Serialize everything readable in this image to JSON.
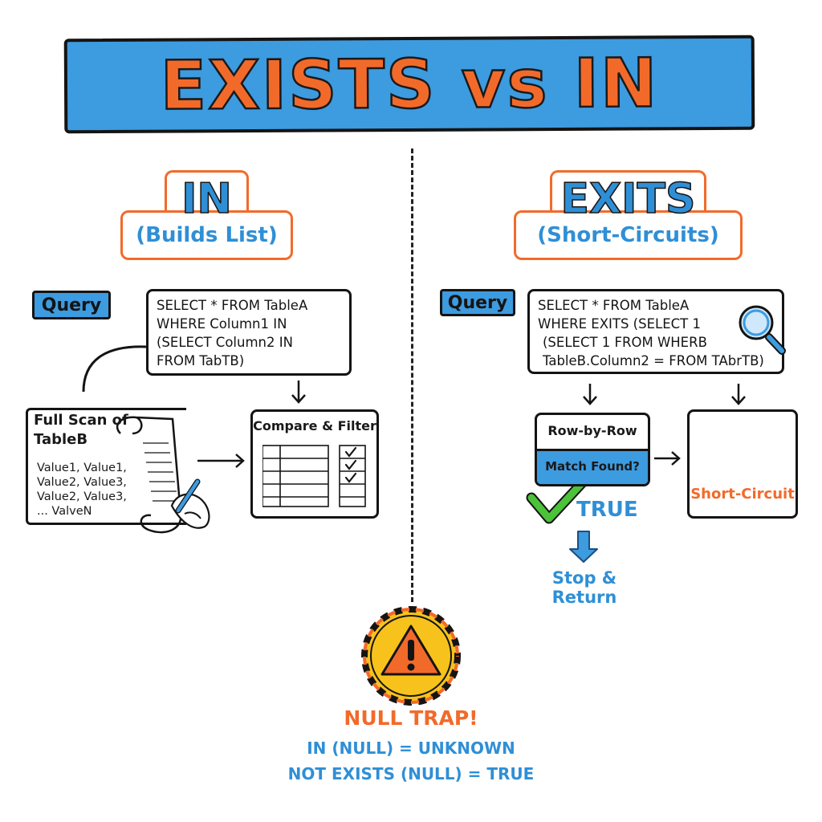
{
  "title": "EXISTS vs IN",
  "left": {
    "heading": "IN",
    "subheading": "(Builds List)",
    "query_tag": "Query",
    "code": [
      "SELECT * FROM TableA",
      "WHERE Column1 IN",
      "(SELECT Column2 IN",
      "FROM TabTB)"
    ],
    "scan_title": [
      "Full Scan of",
      "TableB"
    ],
    "scan_values": [
      "Value1, Value1,",
      "Value2, Value3,",
      "Value2, Value3,",
      "... ValveN"
    ],
    "compare_label": "Compare & Filter"
  },
  "right": {
    "heading": "EXITS",
    "subheading": "(Short-Circuits)",
    "query_tag": "Query",
    "code": [
      "SELECT * FROM TableA",
      "WHERE EXITS (SELECT 1",
      "(SELECT 1 FROM WHERB",
      "TableB.Column2 = FROM TAbrTB)"
    ],
    "row_label": "Row-by-Row",
    "match_label": "Match Found?",
    "true_label": "TRUE",
    "stop_label": "Stop & Return",
    "short_circuit_label": "Short-Circuit"
  },
  "null_trap": {
    "title": "NULL TRAP!",
    "lines": [
      "IN (NULL) = UNKNOWN",
      "NOT EXISTS (NULL) = TRUE"
    ]
  },
  "icons": {
    "search": "magnifier-icon",
    "bolt": "lightning-icon",
    "warning": "warning-icon",
    "check": "checkmark-icon",
    "pen": "pen-hand-icon"
  },
  "colors": {
    "blue": "#3d9be0",
    "orange": "#f26a2a",
    "green": "#4cc23a",
    "yellow": "#f7c21c"
  }
}
